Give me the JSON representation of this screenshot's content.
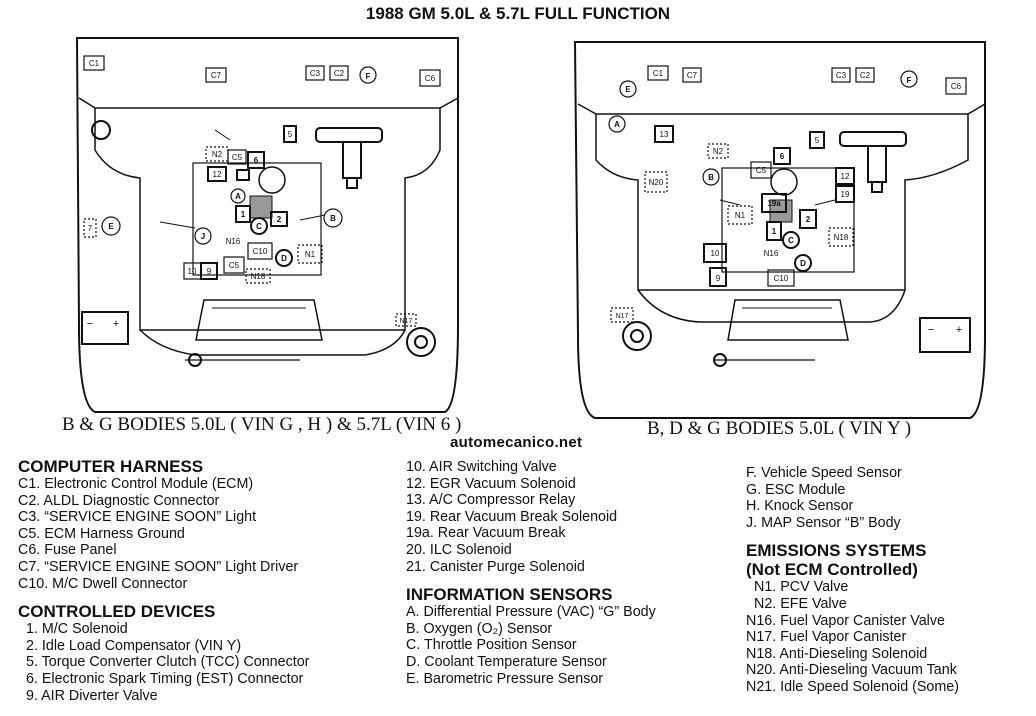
{
  "title": "1988 GM 5.0L & 5.7L FULL FUNCTION",
  "website": "automecanico.net",
  "captions": {
    "left": "B & G BODIES 5.0L ( VIN G , H ) & 5.7L (VIN 6 )",
    "right": "B, D & G BODIES 5.0L ( VIN Y )"
  },
  "left_labels": {
    "c1": "C1",
    "c7": "C7",
    "c3": "C3",
    "c2": "C2",
    "f": "F",
    "c6": "C6",
    "five": "5",
    "n2": "N2",
    "c5a": "C5",
    "six": "6",
    "twelve": "12",
    "a": "A",
    "one": "1",
    "two": "2",
    "c": "C",
    "b": "B",
    "j": "J",
    "n16": "N16",
    "c10": "C10",
    "d": "D",
    "n1": "N1",
    "ten": "10",
    "nine": "9",
    "c5b": "C5",
    "n18": "N18",
    "seven": "7",
    "e": "E",
    "minus": "−",
    "plus": "+",
    "n17": "N17"
  },
  "right_labels": {
    "c1": "C1",
    "c7": "C7",
    "c3": "C3",
    "c2": "C2",
    "f": "F",
    "c6": "C6",
    "e": "E",
    "a": "A",
    "thirteen": "13",
    "five": "5",
    "n2": "N2",
    "b": "B",
    "c5": "C5",
    "six": "6",
    "n20": "N20",
    "twelve": "12",
    "nineteen": "19",
    "n19a": "19a",
    "n1": "N1",
    "one": "1",
    "two": "2",
    "c": "C",
    "n18": "N18",
    "ten": "10",
    "n16": "N16",
    "d": "D",
    "nine": "9",
    "c10": "C10",
    "n17": "N17",
    "minus": "−",
    "plus": "+"
  },
  "col1": {
    "h1": "COMPUTER HARNESS",
    "harness": [
      "C1. Electronic Control Module (ECM)",
      "C2. ALDL Diagnostic Connector",
      "C3. “SERVICE ENGINE SOON” Light",
      "C5. ECM Harness Ground",
      "C6. Fuse Panel",
      "C7. “SERVICE ENGINE SOON” Light Driver",
      "C10. M/C Dwell Connector"
    ],
    "h2": "CONTROLLED DEVICES",
    "devices": [
      "1. M/C Solenoid",
      "2. Idle Load Compensator (VIN Y)",
      "5. Torque Converter Clutch (TCC) Connector",
      "6. Electronic Spark Timing (EST) Connector",
      "9. AIR Diverter Valve"
    ]
  },
  "col2": {
    "devices": [
      "10. AIR Switching Valve",
      "12. EGR Vacuum Solenoid",
      "13. A/C Compressor Relay",
      "19. Rear Vacuum Break Solenoid",
      "19a. Rear Vacuum Break",
      "20. ILC Solenoid",
      "21. Canister Purge Solenoid"
    ],
    "h": "INFORMATION SENSORS",
    "sensors": [
      "A. Differential Pressure (VAC) “G” Body",
      "B. Oxygen (O₂) Sensor",
      "C. Throttle Position Sensor",
      "D. Coolant Temperature Sensor",
      "E. Barometric Pressure Sensor"
    ]
  },
  "col3": {
    "sensors": [
      "F. Vehicle Speed Sensor",
      "G. ESC Module",
      "H. Knock Sensor",
      "J. MAP Sensor “B” Body"
    ],
    "h1": "EMISSIONS SYSTEMS",
    "h2": "(Not ECM Controlled)",
    "emissions": [
      "N1. PCV Valve",
      "N2. EFE Valve",
      "N16. Fuel Vapor Canister Valve",
      "N17. Fuel Vapor Canister",
      "N18. Anti-Dieseling Solenoid",
      "N20. Anti-Dieseling Vacuum Tank",
      "N21. Idle Speed Solenoid (Some)"
    ]
  }
}
